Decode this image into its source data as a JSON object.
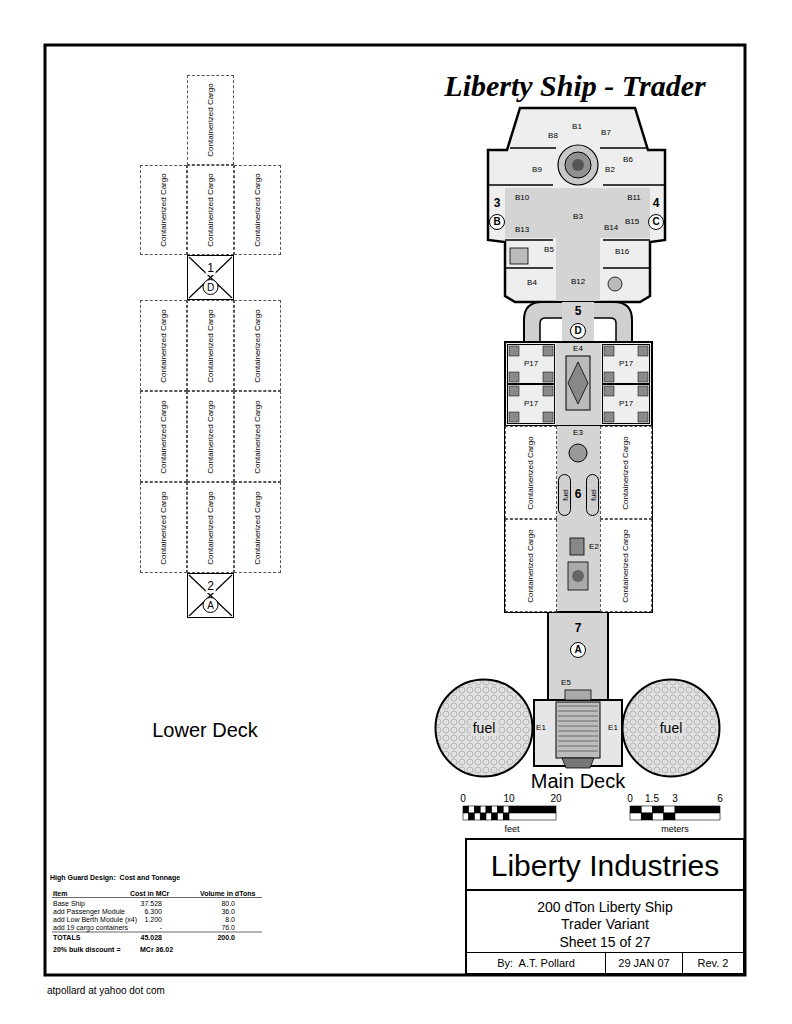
{
  "diagram": {
    "title": "Liberty Ship - Trader",
    "nodes": [
      {
        "text": [
          "Containerized Cargo"
        ]
      },
      {
        "text": [
          "Containerized Cargo"
        ]
      },
      {
        "text": [
          "Containerized Cargo"
        ]
      },
      {
        "text": [
          "Containerized Cargo"
        ]
      },
      {
        "text": [
          "1",
          "D"
        ]
      },
      {
        "text": [
          "Containerized Cargo"
        ]
      },
      {
        "text": [
          "Containerized Cargo"
        ]
      },
      {
        "text": [
          "Containerized Cargo"
        ]
      },
      {
        "text": [
          "Containerized Cargo"
        ]
      },
      {
        "text": [
          "Containerized Cargo"
        ]
      },
      {
        "text": [
          "Containerized Cargo"
        ]
      },
      {
        "text": [
          "Containerized Cargo"
        ]
      },
      {
        "text": [
          "Containerized Cargo"
        ]
      },
      {
        "text": [
          "Containerized Cargo"
        ]
      },
      {
        "text": [
          "2",
          "A"
        ]
      },
      {
        "text": [
          "P17"
        ]
      },
      {
        "text": [
          "P17"
        ]
      },
      {
        "text": [
          "P17"
        ]
      },
      {
        "text": [
          "P17"
        ]
      },
      {
        "text": [
          "Containerized Cargo"
        ]
      },
      {
        "text": [
          "Containerized Cargo"
        ]
      },
      {
        "text": [
          "Containerized Cargo"
        ]
      },
      {
        "text": [
          "Containerized Cargo"
        ]
      },
      {
        "text": [
          "fuel"
        ]
      },
      {
        "text": [
          "fuel"
        ]
      },
      {
        "text": [
          "fuel"
        ]
      },
      {
        "text": [
          "fuel"
        ]
      },
      {
        "text": [
          "Liberty Industries",
          "200 dTon Liberty Ship",
          "Trader Variant",
          "Sheet 15 of 27"
        ]
      },
      {
        "text": [
          "By:  A.T. Pollard"
        ],
        "in": 27
      },
      {
        "text": [
          "29 JAN 07"
        ],
        "in": 27
      },
      {
        "text": [
          "Rev. 2"
        ],
        "in": 27
      }
    ],
    "labels": [
      "B1",
      "B8",
      "B7",
      "B2",
      "B6",
      "B9",
      "B10",
      "B11",
      "3",
      "4",
      "B3",
      "B15",
      "B",
      "C",
      "B13",
      "B14",
      "B5",
      "B16",
      "B4",
      "B12",
      "5",
      "D",
      "E4",
      "E3",
      "6",
      "E2",
      "7",
      "A",
      "E5",
      "E1",
      "E1",
      "Lower Deck",
      "Main Deck",
      "0",
      "10",
      "20",
      "feet",
      "0",
      "1.5",
      "3",
      "6",
      "meters",
      "High Guard Design:  Cost and Tonnage",
      "Item",
      "Cost in MCr",
      "Volume in dTons",
      "Base Ship",
      "37.528",
      "80.0",
      "add Passenger Module",
      "6.300",
      "36.0",
      "add Low Berth Module (x4)",
      "1.200",
      "8.0",
      "add 19 cargo containers",
      "-",
      "76.0",
      "TOTALS",
      "45.028",
      "200.0",
      "20% bulk discount =",
      "MCr 36.02",
      "atpollard at yahoo dot com"
    ]
  }
}
